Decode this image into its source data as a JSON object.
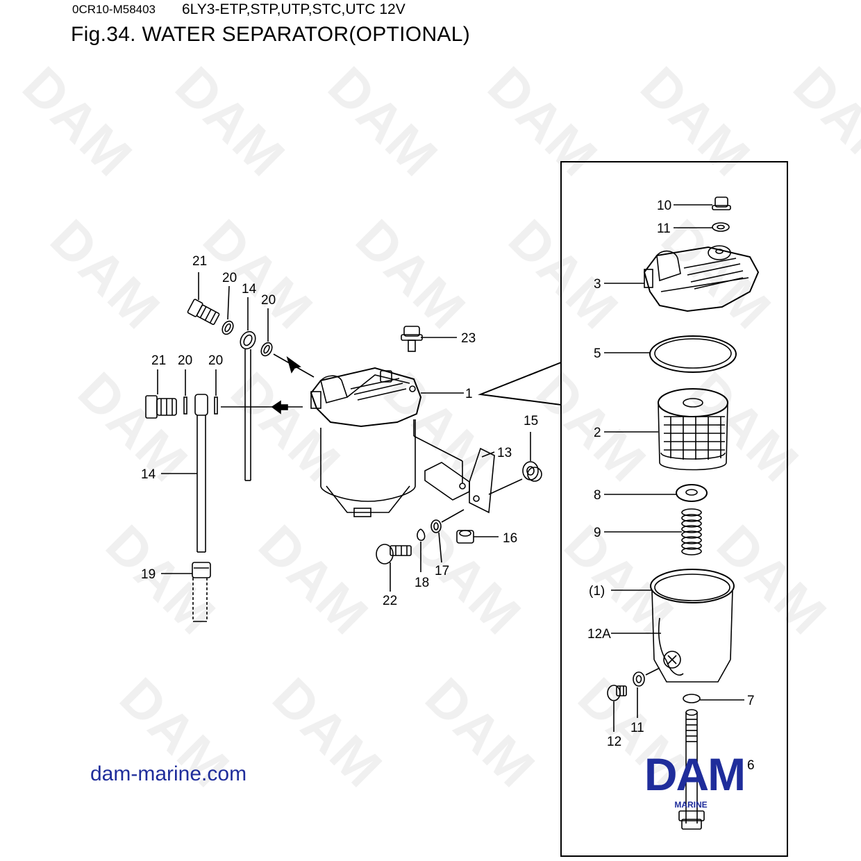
{
  "header": {
    "code": "0CR10-M58403",
    "model": "6LY3-ETP,STP,UTP,STC,UTC 12V",
    "title": "Fig.34.  WATER SEPARATOR(OPTIONAL)"
  },
  "watermark": {
    "text": "DAM"
  },
  "labels": {
    "p21a": "21",
    "p20a": "20",
    "p14a": "14",
    "p20b": "20",
    "p21b": "21",
    "p20c": "20",
    "p20d": "20",
    "p23": "23",
    "p1": "1",
    "p14b": "14",
    "p13": "13",
    "p15": "15",
    "p16": "16",
    "p17": "17",
    "p18": "18",
    "p22": "22",
    "p19": "19",
    "d10": "10",
    "d11a": "11",
    "d3": "3",
    "d5": "5",
    "d2": "2",
    "d8": "8",
    "d9": "9",
    "d1": "(1)",
    "d12a": "12A",
    "d7": "7",
    "d11b": "11",
    "d12": "12",
    "d6": "6"
  },
  "footer": {
    "website": "dam-marine.com",
    "logo": "DAM",
    "logo_sub": "MARINE"
  },
  "colors": {
    "brand": "#1f2d9b",
    "line": "#000000"
  }
}
